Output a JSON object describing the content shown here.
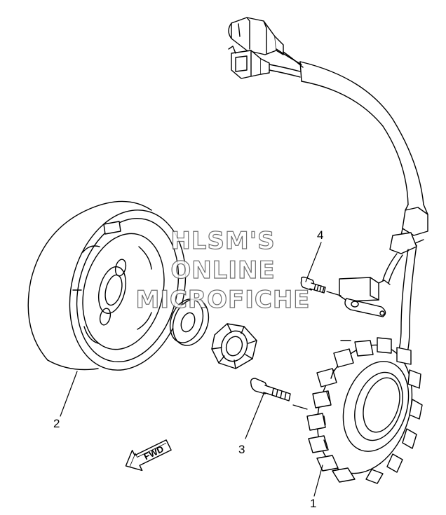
{
  "watermark": {
    "line1": "HLSM'S",
    "line2": "ONLINE",
    "line3": "MICROFICHE"
  },
  "callouts": {
    "stator": "1",
    "rotor": "2",
    "stator_screw": "3",
    "pickup_screw": "4"
  },
  "direction_arrow": {
    "label": "FWD",
    "icon": "forward-arrow-icon"
  },
  "colors": {
    "line": "#000000",
    "background": "#ffffff"
  }
}
